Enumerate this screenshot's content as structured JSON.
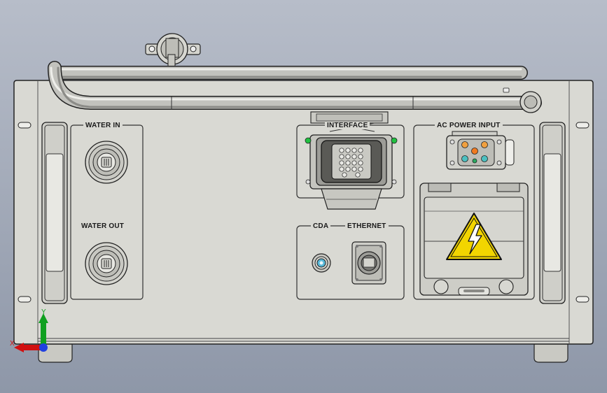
{
  "labels": {
    "water_in": "WATER IN",
    "water_out": "WATER OUT",
    "interface": "INTERFACE",
    "ac_power_input": "AC POWER INPUT",
    "cda": "CDA",
    "ethernet": "ETHERNET"
  },
  "axes": {
    "x": "X",
    "y": "Y"
  },
  "colors": {
    "background_top": "#b7bdc9",
    "background_bottom": "#8e97a8",
    "panel": "#d9d9d3",
    "outline": "#222222",
    "warning_yellow": "#f2d500",
    "axis_x": "#d01010",
    "axis_y": "#10a020",
    "axis_z": "#2040e0",
    "led": "#20c040"
  },
  "icons": [
    "high-voltage-warning-icon",
    "coordinate-triad-icon"
  ]
}
